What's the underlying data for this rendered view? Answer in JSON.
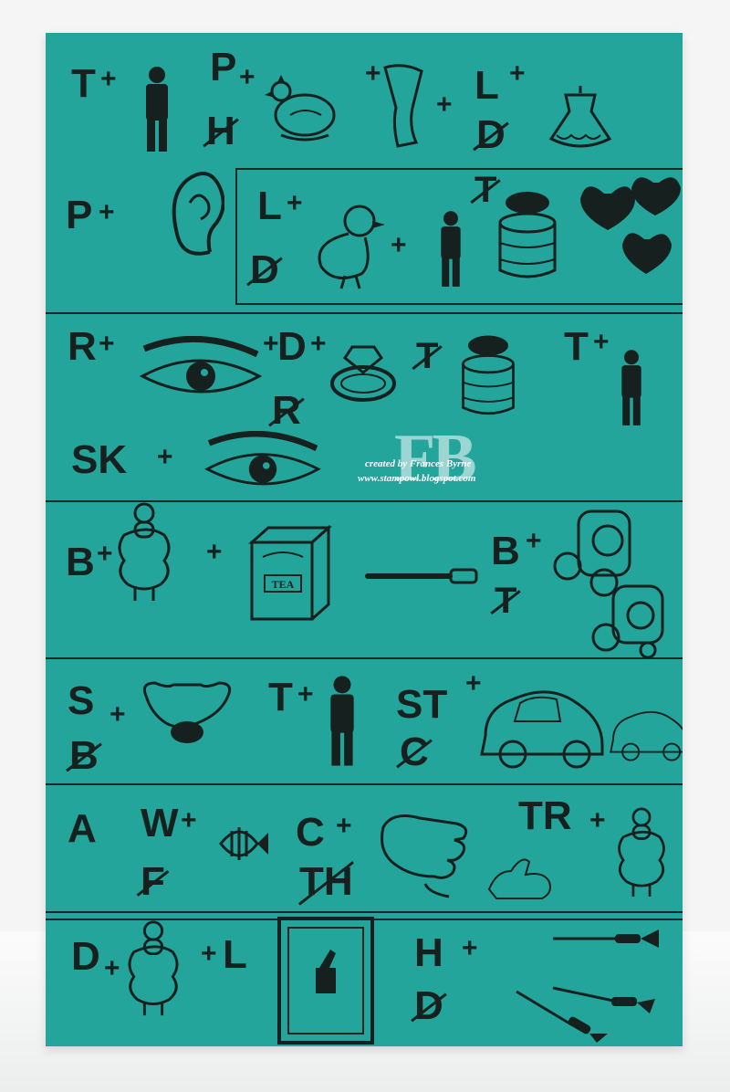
{
  "watermark": {
    "initials": "FB",
    "credit_line1": "created by Frances Byrne",
    "credit_line2": "www.stampowl.blogspot.com"
  },
  "rows": [
    {
      "label": "row-1",
      "letters": {
        "t": "T",
        "p": "P",
        "h": "H",
        "l": "L",
        "d": "D"
      }
    },
    {
      "label": "row-2",
      "letters": {
        "p": "P",
        "l": "L",
        "d": "D",
        "t": "T"
      }
    },
    {
      "label": "row-3",
      "letters": {
        "r": "R",
        "d": "D",
        "r2": "R",
        "t": "T",
        "t2": "T",
        "sk": "SK"
      }
    },
    {
      "label": "row-4",
      "letters": {
        "b": "B",
        "b2": "B",
        "t": "T"
      }
    },
    {
      "label": "row-5",
      "letters": {
        "s": "S",
        "b": "B",
        "t": "T",
        "st": "ST",
        "c": "C"
      }
    },
    {
      "label": "row-6",
      "letters": {
        "a": "A",
        "w": "W",
        "f": "F",
        "c": "C",
        "th": "TH",
        "tr": "TR"
      }
    },
    {
      "label": "row-7",
      "letters": {
        "d": "D",
        "l": "L",
        "h": "H",
        "d2": "D"
      }
    }
  ],
  "plus": "+",
  "colors": {
    "card": "#23a59b",
    "ink": "#16201e",
    "background": "#f4f5f4"
  },
  "icons": [
    "man",
    "hen",
    "leg",
    "dress",
    "ear",
    "duck",
    "open-can",
    "hearts",
    "eye",
    "ring",
    "sheep",
    "tea-box",
    "toothbrush",
    "train",
    "nose",
    "car",
    "fish",
    "thumb-hand",
    "light-switch",
    "dart"
  ]
}
